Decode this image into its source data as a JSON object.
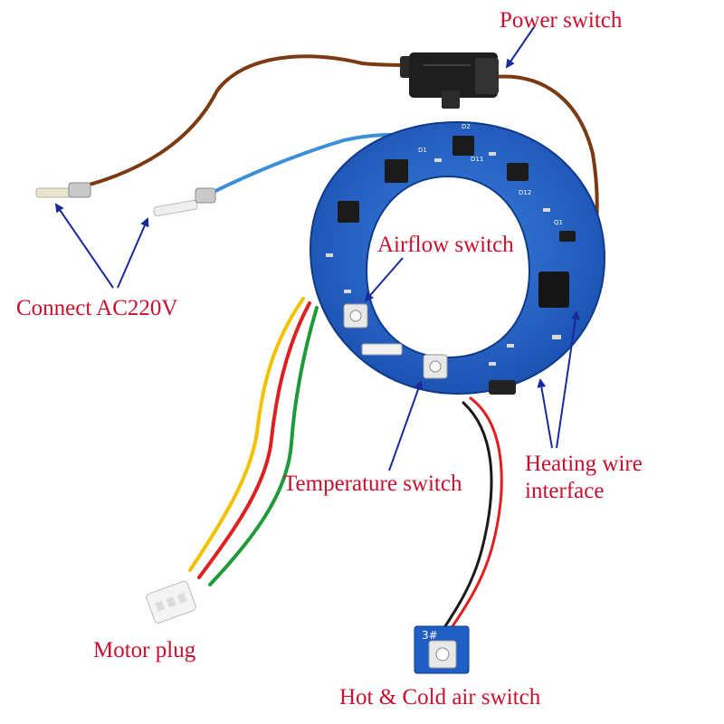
{
  "labels": {
    "power_switch": "Power switch",
    "connect": "Connect AC220V",
    "airflow_switch": "Airflow switch",
    "temperature_switch": "Temperature switch",
    "heating_line1": "Heating wire",
    "heating_line2": "interface",
    "motor_plug": "Motor plug",
    "hot_cold": "Hot & Cold air switch"
  },
  "colors": {
    "label_text": "#c8102e",
    "arrow": "#1a2a9c",
    "pcb_blue": "#1f5fc4",
    "wire_brown": "#7a3a12",
    "wire_blue": "#3a8fd8",
    "wire_yellow": "#f2c200",
    "wire_red": "#e02020",
    "wire_green": "#1f9a3a",
    "wire_black": "#1a1a1a"
  }
}
